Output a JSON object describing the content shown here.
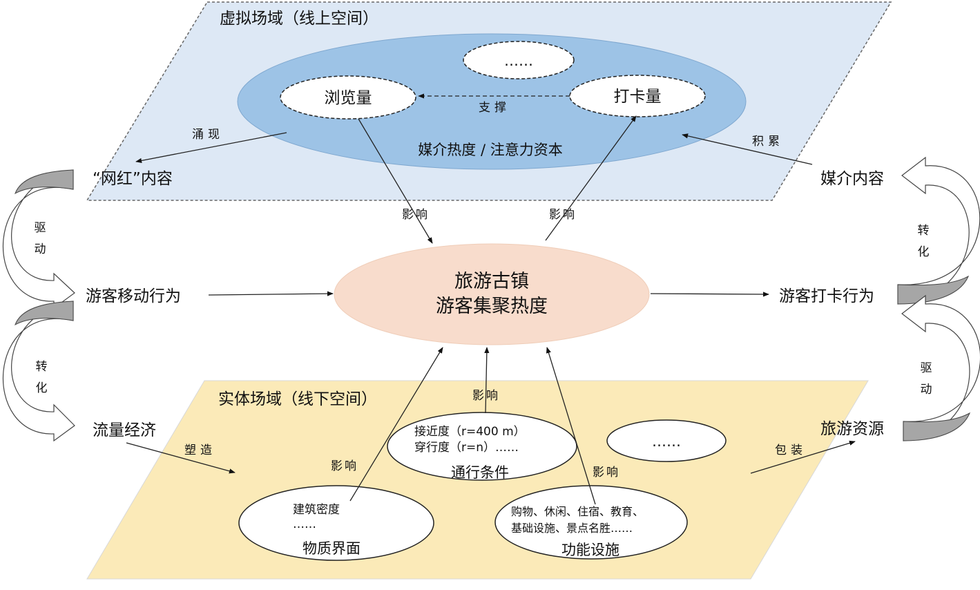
{
  "virtual_plane": {
    "title": "虚拟场域（线上空间）",
    "ellipse_label": "媒介热度 / 注意力资本",
    "ellipsis": "……",
    "views": "浏览量",
    "checkins": "打卡量",
    "support": "支撑",
    "emerge": "涌现",
    "accumulate": "积累",
    "influencer_content": "“网红”内容",
    "media_content": "媒介内容"
  },
  "center": {
    "line1": "旅游古镇",
    "line2": "游客集聚热度"
  },
  "middle": {
    "tourist_movement": "游客移动行为",
    "tourist_checkin": "游客打卡行为",
    "influence": "影响",
    "drive_left": [
      "驱",
      "动"
    ],
    "convert_left": [
      "转",
      "化"
    ],
    "convert_right": [
      "转",
      "化"
    ],
    "drive_right": [
      "驱",
      "动"
    ]
  },
  "physical_plane": {
    "title": "实体场域（线下空间）",
    "traffic_economy": "流量经济",
    "tourism_resources": "旅游资源",
    "shape": "塑造",
    "package": "包装",
    "ellipsis": "……",
    "traffic": {
      "line1": "接近度（r=400 m）",
      "line2": "穿行度（r=n）……",
      "label": "通行条件"
    },
    "physical": {
      "line1": "建筑密度",
      "line2": "……",
      "label": "物质界面"
    },
    "function": {
      "line1": "购物、休闲、住宿、教育、",
      "line2": "基础设施、景点名胜……",
      "label": "功能设施"
    }
  }
}
